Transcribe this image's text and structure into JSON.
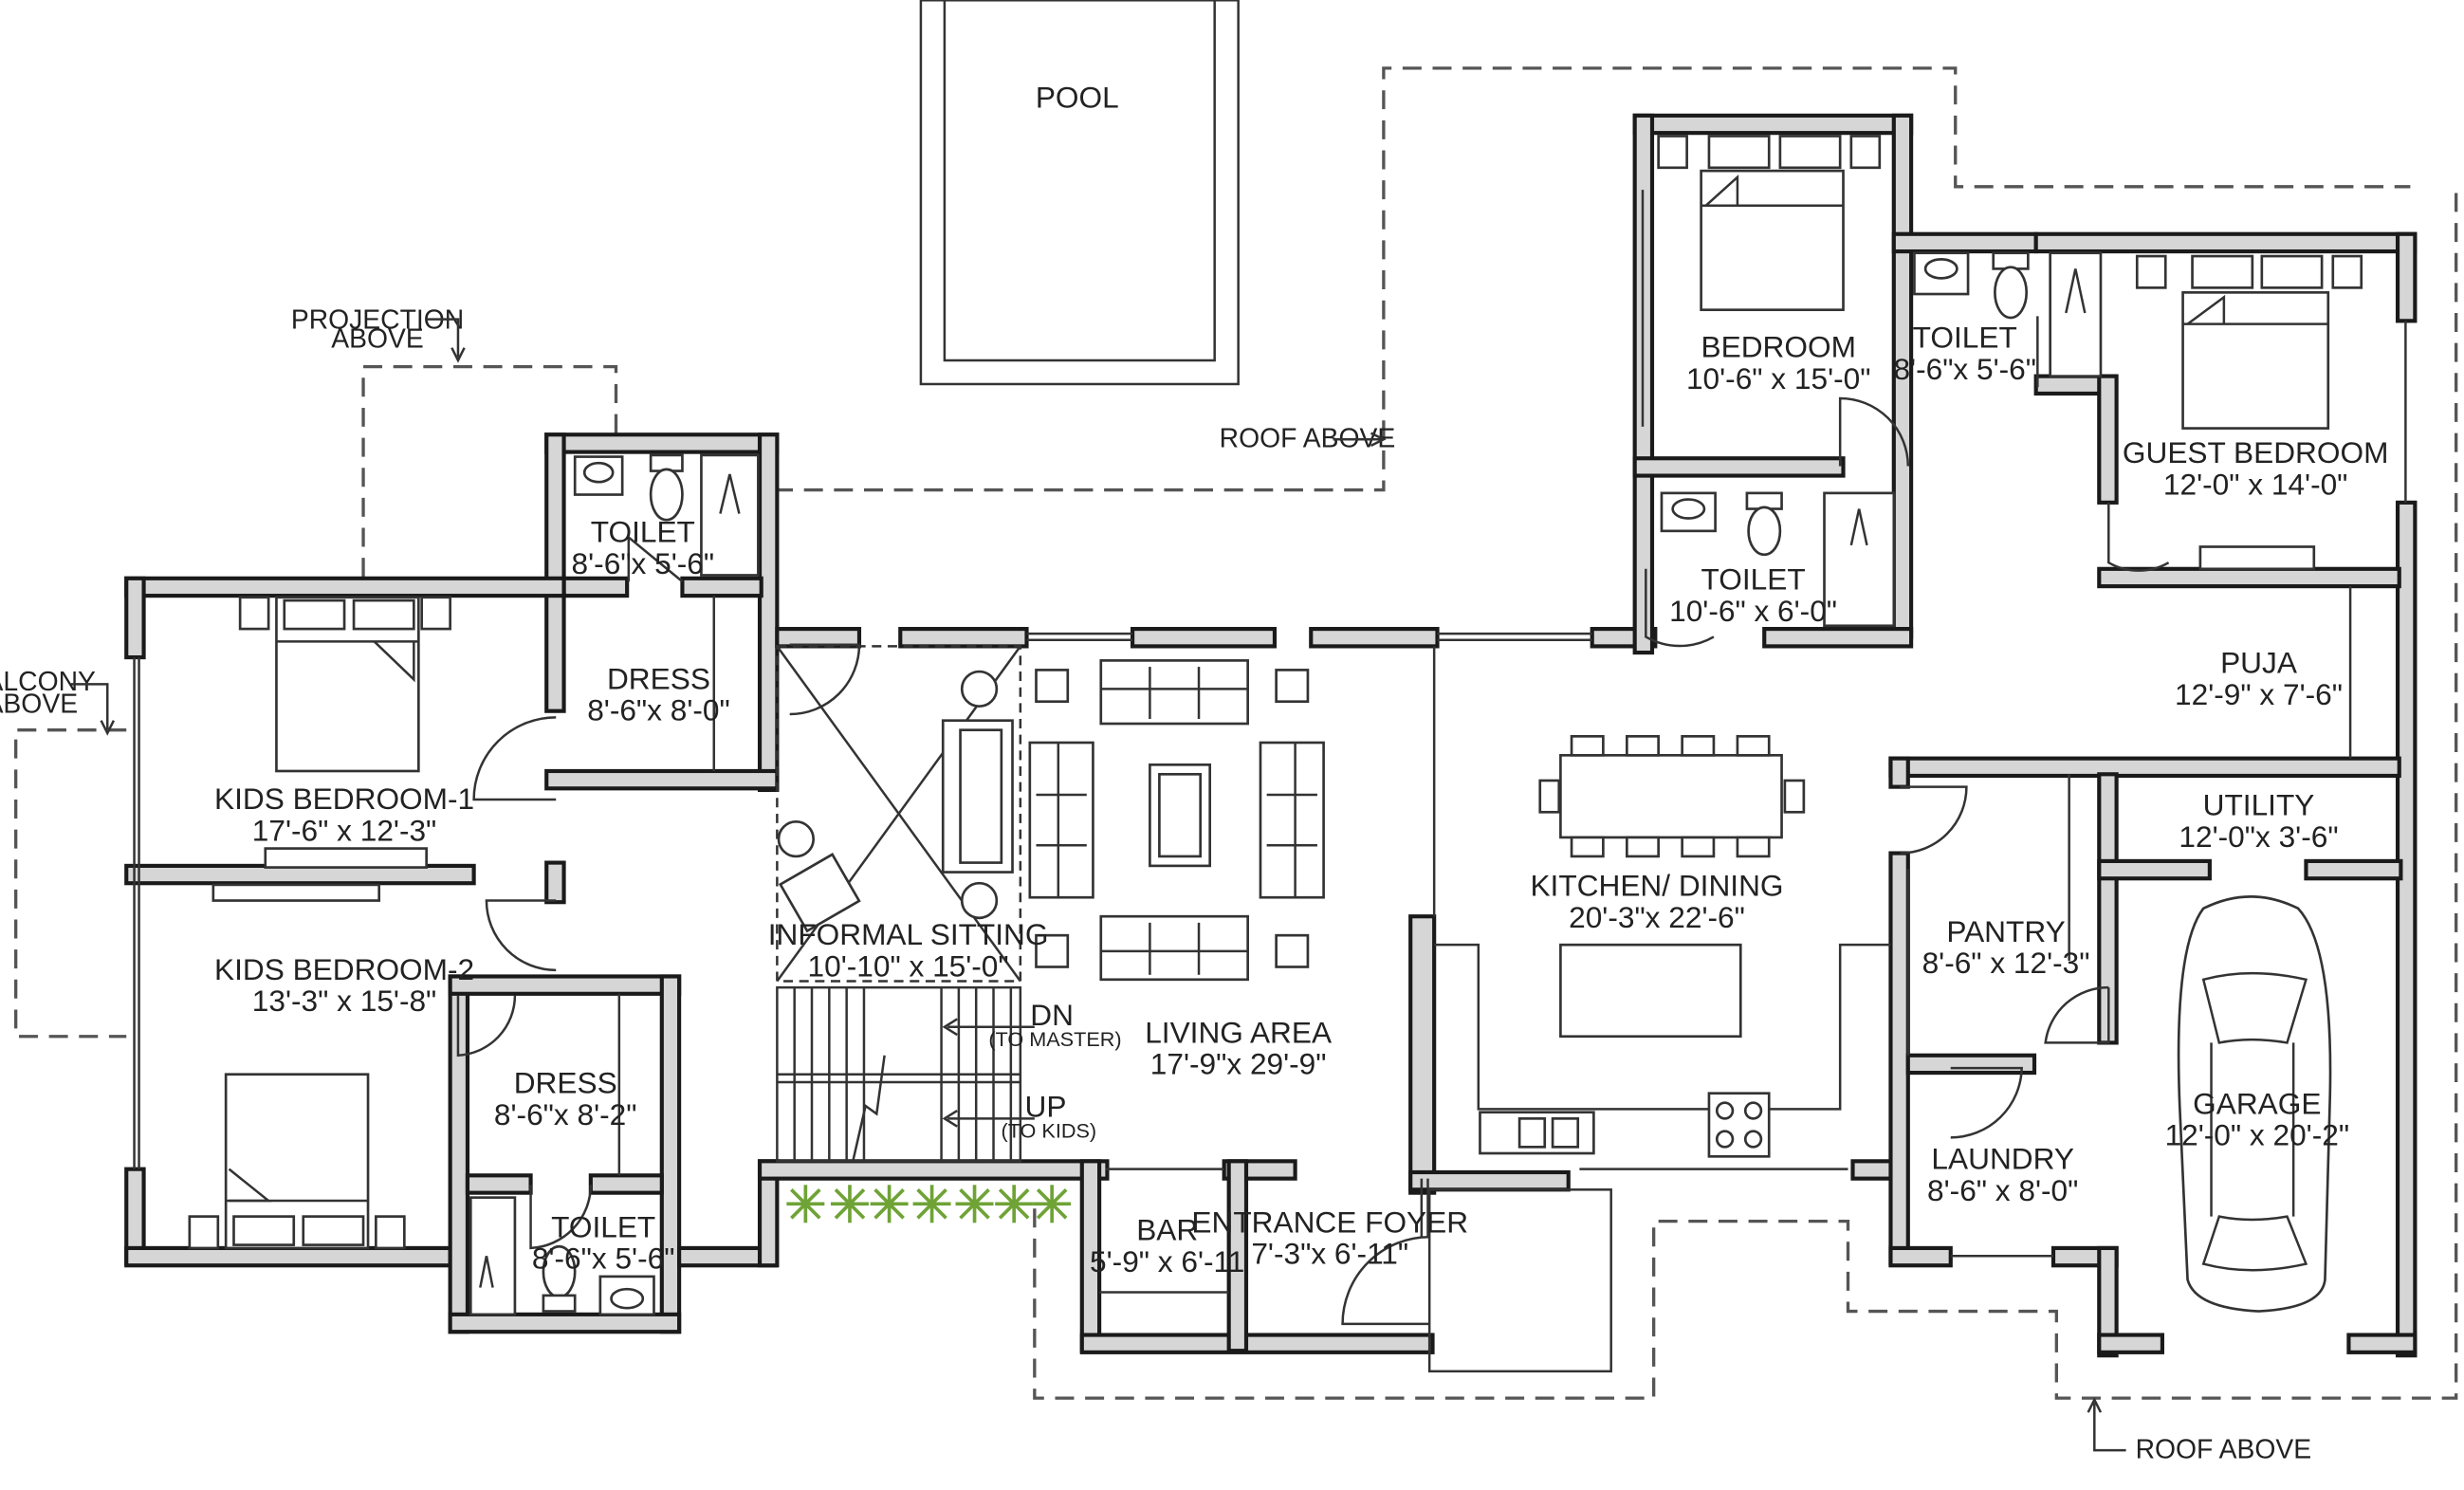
{
  "plan": {
    "rooms": {
      "pool": {
        "name": "POOL"
      },
      "bedroom": {
        "name": "BEDROOM",
        "size": "10'-6\" x 15'-0\""
      },
      "toilet_bed": {
        "name": "TOILET",
        "size": "8'-6\"x 5'-6\""
      },
      "guest_bedroom": {
        "name": "GUEST BEDROOM",
        "size": "12'-0\" x 14'-0\""
      },
      "toilet_upper_left": {
        "name": "TOILET",
        "size": "8'-6\"x 5'-6\""
      },
      "dress_1": {
        "name": "DRESS",
        "size": "8'-6\"x 8'-0\""
      },
      "kids_bedroom_1": {
        "name": "KIDS BEDROOM-1",
        "size": "17'-6\" x 12'-3\""
      },
      "kids_bedroom_2": {
        "name": "KIDS BEDROOM-2",
        "size": "13'-3\" x 15'-8\""
      },
      "dress_2": {
        "name": "DRESS",
        "size": "8'-6\"x 8'-2\""
      },
      "toilet_lower_left": {
        "name": "TOILET",
        "size": "8'-6\"x 5'-6\""
      },
      "toilet_master": {
        "name": "TOILET",
        "size": "10'-6\" x 6'-0\""
      },
      "puja": {
        "name": "PUJA",
        "size": "12'-9\" x 7'-6\""
      },
      "utility": {
        "name": "UTILITY",
        "size": "12'-0\"x 3'-6\""
      },
      "informal_sitting": {
        "name": "INFORMAL SITTING",
        "size": "10'-10\" x 15'-0\""
      },
      "living_area": {
        "name": "LIVING AREA",
        "size": "17'-9\"x 29'-9\""
      },
      "kitchen_dining": {
        "name": "KITCHEN/ DINING",
        "size": "20'-3\"x 22'-6\""
      },
      "pantry": {
        "name": "PANTRY",
        "size": "8'-6\" x 12'-3\""
      },
      "laundry": {
        "name": "LAUNDRY",
        "size": "8'-6\" x 8'-0\""
      },
      "garage": {
        "name": "GARAGE",
        "size": "12'-0\" x 20'-2\""
      },
      "bar": {
        "name": "BAR",
        "size": "5'-9\" x 6'-11"
      },
      "entrance_foyer": {
        "name": "ENTRANCE FOYER",
        "size": "7'-3\"x 6'-11\""
      }
    },
    "stairs": {
      "dn": "DN",
      "dn_note": "(TO MASTER)",
      "up": "UP",
      "up_note": "(TO KIDS)"
    },
    "notes": {
      "projection_line1": "PROJECTION",
      "projection_line2": "ABOVE",
      "balcony_line1": "BALCONY",
      "balcony_line2": "ABOVE",
      "roof_above_top": "ROOF ABOVE",
      "roof_above_bottom": "ROOF ABOVE"
    }
  }
}
